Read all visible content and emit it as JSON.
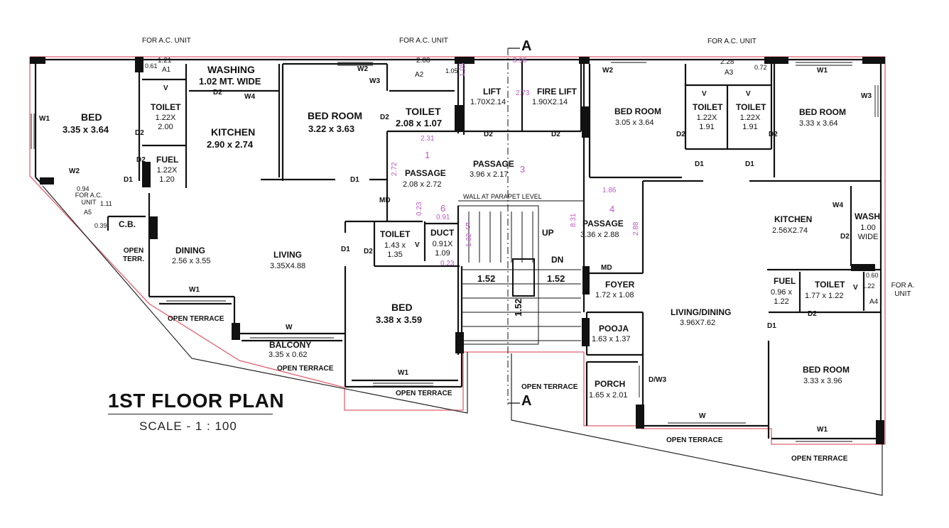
{
  "title": "1ST FLOOR PLAN",
  "scale": "SCALE - 1 : 100",
  "section_marks": {
    "top": "A",
    "bottom": "A"
  },
  "colors": {
    "wall": "#111111",
    "outline": "#e06070",
    "annotation": "#c058c8"
  },
  "rooms": {
    "bed_left": {
      "name": "BED",
      "dims": "3.35 x 3.64"
    },
    "toilet_a1": {
      "name": "TOILET",
      "dims": "1.22X 2.00"
    },
    "fuel_left": {
      "name": "FUEL",
      "dims": "1.22X 1.20"
    },
    "washing": {
      "name": "WASHING",
      "dims": "1.02 MT. WIDE"
    },
    "kitchen_left": {
      "name": "KITCHEN",
      "dims": "2.90 x 2.74"
    },
    "bedroom_mid": {
      "name": "BED ROOM",
      "dims": "3.22 x 3.63"
    },
    "toilet_mid": {
      "name": "TOILET",
      "dims": "2.08 x 1.07"
    },
    "passage_1": {
      "name": "PASSAGE",
      "dims": "2.08 x 2.72"
    },
    "lift": {
      "name": "LIFT",
      "dims": "1.70X2.14"
    },
    "fire_lift": {
      "name": "FIRE LIFT",
      "dims": "1.90X2.14"
    },
    "passage_3": {
      "name": "PASSAGE",
      "dims": "3.96 x 2.17"
    },
    "dining": {
      "name": "DINING",
      "dims": "2.56 x 3.55"
    },
    "living": {
      "name": "LIVING",
      "dims": "3.35X4.88"
    },
    "toilet_small": {
      "name": "TOILET",
      "dims": "1.43 x 1.35"
    },
    "duct": {
      "name": "DUCT",
      "dims": "0.91X 1.09"
    },
    "bed_center": {
      "name": "BED",
      "dims": "3.38 x 3.59"
    },
    "balcony": {
      "name": "BALCONY",
      "dims": "3.35 x 0.62"
    },
    "bedroom_r1": {
      "name": "BED ROOM",
      "dims": "3.05 x 3.64"
    },
    "toilet_a3a": {
      "name": "TOILET",
      "dims": "1.22X 1.91"
    },
    "toilet_a3b": {
      "name": "TOILET",
      "dims": "1.22X 1.91"
    },
    "bedroom_r2": {
      "name": "BED ROOM",
      "dims": "3.33 x 3.64"
    },
    "passage_4": {
      "name": "PASSAGE",
      "dims": "3.36 x 2.88"
    },
    "kitchen_right": {
      "name": "KITCHEN",
      "dims": "2.56X2.74"
    },
    "wash": {
      "name": "WASH",
      "dims": "1.00 WIDE"
    },
    "foyer": {
      "name": "FOYER",
      "dims": "1.72 x 1.08"
    },
    "fuel_right": {
      "name": "FUEL",
      "dims": "0.96 x 1.22"
    },
    "toilet_right": {
      "name": "TOILET",
      "dims": "1.77 x 1.22"
    },
    "living_dining": {
      "name": "LIVING/DINING",
      "dims": "3.96X7.62"
    },
    "pooja": {
      "name": "POOJA",
      "dims": "1.63 x 1.37"
    },
    "porch": {
      "name": "PORCH",
      "dims": "1.65 x 2.01"
    },
    "bedroom_r3": {
      "name": "BED ROOM",
      "dims": "3.33 x 3.96"
    }
  },
  "ac_units": {
    "a1": {
      "caption": "FOR A.C. UNIT",
      "size": "1.21",
      "code": "A1",
      "side": "0.61"
    },
    "a2": {
      "caption": "FOR A.C. UNIT",
      "size": "2.08",
      "code": "A2",
      "side": "1.05"
    },
    "a3": {
      "caption": "FOR A.C. UNIT",
      "size": "2.28",
      "code": "A3",
      "side": "0.72"
    },
    "a4": {
      "caption": "FOR A. UNIT",
      "size": "1.22",
      "code": "A4",
      "side": "0.60"
    },
    "a5": {
      "caption": "FOR A.C. UNIT",
      "code": "A5",
      "w": "0.94",
      "h": "1.11",
      "d": "0.39"
    }
  },
  "terraces": {
    "open_terr": "OPEN TERR.",
    "t1": "OPEN TERRACE",
    "t2": "OPEN TERRACE",
    "t3": "OPEN TERRACE",
    "t4": "OPEN TERRACE",
    "t5": "OPEN TERRACE",
    "t6": "OPEN TERRACE"
  },
  "stair": {
    "w1": "1.52",
    "w2": "1.52",
    "h": "1.52",
    "up": "UP",
    "dn": "DN",
    "wall_note": "WALL AT PARAPET LEVEL"
  },
  "misc": {
    "cb": "C.B.",
    "md1": "MD",
    "md2": "MD"
  },
  "openings": {
    "w1": "W1",
    "w2": "W2",
    "w3": "W3",
    "w4": "W4",
    "w": "W",
    "d1": "D1",
    "d2": "D2",
    "v": "V",
    "dw3": "D/W3"
  },
  "annotations": {
    "n1": "1",
    "n3": "3",
    "n4": "4",
    "n5": "5",
    "n6": "6",
    "d_231": "2.31",
    "d_272": "2.72",
    "d_023a": "0.23",
    "d_091": "0.91",
    "d_132": "1.32",
    "d_023b": "0.23",
    "d_273": "2.73",
    "d_396": "3.96",
    "d_105": "1.05",
    "d_186": "1.86",
    "d_831": "8.31",
    "d_288": "2.88"
  }
}
